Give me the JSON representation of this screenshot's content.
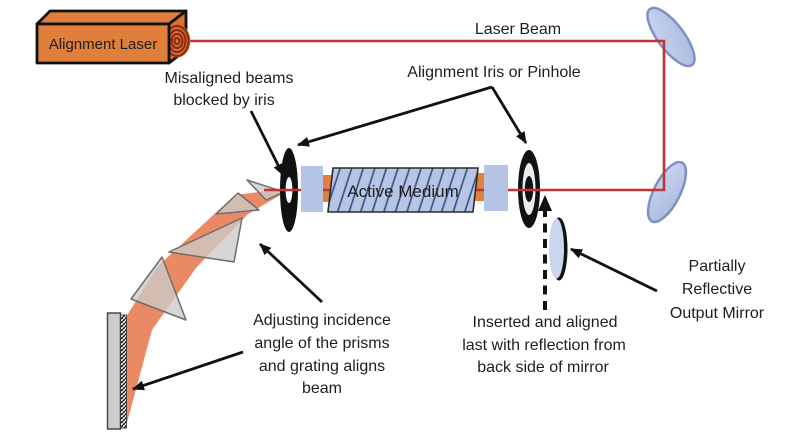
{
  "labels": {
    "alignment_laser": "Alignment Laser",
    "laser_beam": "Laser Beam",
    "misaligned": [
      "Misaligned beams",
      "blocked by iris"
    ],
    "alignment_iris": "Alignment Iris or Pinhole",
    "active_medium": "Active Medium",
    "inserted": [
      "Inserted and aligned",
      "last with reflection from",
      "back side of mirror"
    ],
    "partially_reflective": [
      "Partially",
      "Reflective",
      "Output Mirror"
    ],
    "adjusting": [
      "Adjusting incidence",
      "angle of the prisms",
      "and grating aligns",
      "beam"
    ]
  },
  "colors": {
    "beam_red": "#C13335",
    "laser_housing_orange": "#DF7F3B",
    "laser_side_orange": "#D8742F",
    "laser_rings_dark_red": "#8E2B16",
    "wide_beam_salmon": "#E8845C",
    "optic_blue_fill": "#B9C5E6",
    "optic_blue_border": "#8090C0",
    "medium_hatch_blue": "#33517F",
    "prism_gray": "#CDCBC8",
    "grating_gray": "#CDCDCD",
    "text_black": "#1E1E1E"
  }
}
